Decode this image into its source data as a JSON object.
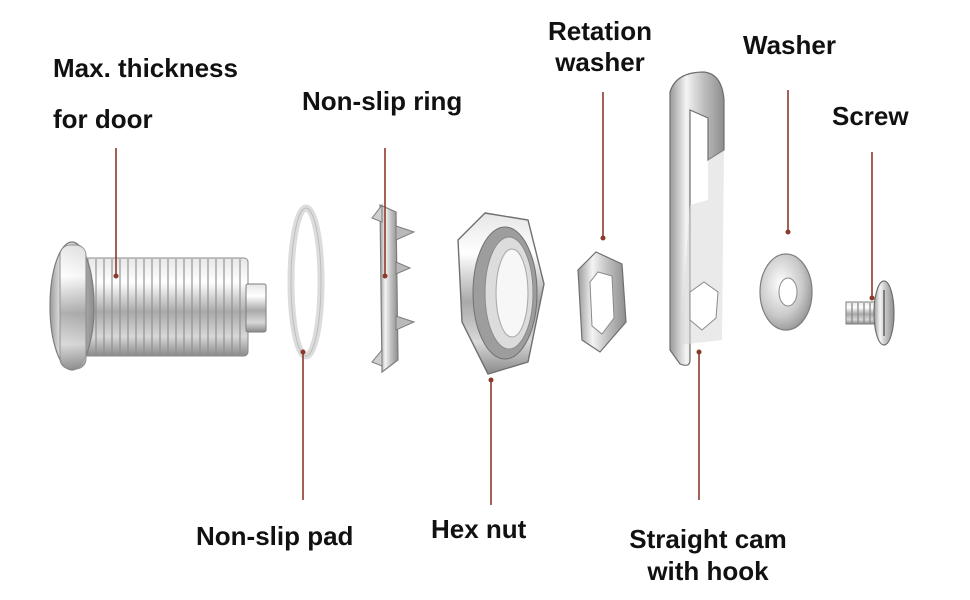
{
  "labels": {
    "max_thickness_line1": "Max. thickness",
    "max_thickness_line2": "for door",
    "non_slip_ring": "Non-slip ring",
    "retation_washer_line1": "Retation",
    "retation_washer_line2": "washer",
    "washer": "Washer",
    "screw": "Screw",
    "non_slip_pad": "Non-slip pad",
    "hex_nut": "Hex nut",
    "straight_cam_line1": "Straight cam",
    "straight_cam_line2": "with hook"
  },
  "colors": {
    "leader_line": "#8b3a2a",
    "metal_light": "#f2f2f2",
    "metal_mid": "#c4c4c4",
    "metal_dark": "#7d7d7d",
    "text": "#111111"
  },
  "parts": [
    "lock-barrel-icon",
    "non-slip-pad-icon",
    "non-slip-ring-icon",
    "hex-nut-icon",
    "retation-washer-icon",
    "straight-cam-icon",
    "washer-icon",
    "screw-icon"
  ]
}
